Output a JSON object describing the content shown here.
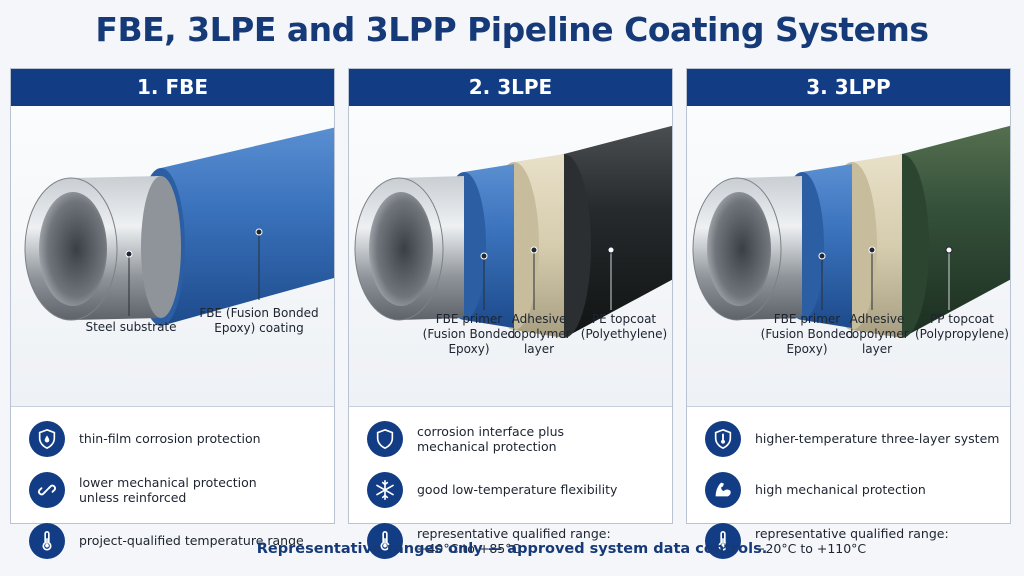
{
  "title": "FBE, 3LPE and 3LPP Pipeline Coating Systems",
  "colors": {
    "header": "#123d85",
    "steel": "#9aa0a6",
    "fbe_blue": "#2f67b2",
    "adhesive": "#d8ceb2",
    "pe_black": "#1f2224",
    "pp_green": "#2f4a33"
  },
  "panels": [
    {
      "header": "1. FBE",
      "labels": [
        "Steel substrate",
        "FBE (Fusion Bonded\nEpoxy) coating"
      ],
      "features": [
        {
          "icon": "shield-drop-icon",
          "text": "thin-film corrosion protection"
        },
        {
          "icon": "broken-link-icon",
          "text": "lower mechanical protection\nunless reinforced"
        },
        {
          "icon": "thermometer-icon",
          "text": "project-qualified temperature range"
        }
      ]
    },
    {
      "header": "2. 3LPE",
      "labels": [
        "FBE primer\n(Fusion Bonded\nEpoxy)",
        "Adhesive\ncopolymer\nlayer",
        "PE topcoat\n(Polyethylene)"
      ],
      "features": [
        {
          "icon": "shield-icon",
          "text": "corrosion interface plus\nmechanical protection"
        },
        {
          "icon": "snowflake-icon",
          "text": "good low-temperature flexibility"
        },
        {
          "icon": "thermometer-icon",
          "text": "representative qualified range:\n−40°C to +85°C"
        }
      ]
    },
    {
      "header": "3. 3LPP",
      "labels": [
        "FBE primer\n(Fusion Bonded\nEpoxy)",
        "Adhesive\ncopolymer\nlayer",
        "PP topcoat\n(Polypropylene)"
      ],
      "features": [
        {
          "icon": "shield-thermometer-icon",
          "text": "higher-temperature three-layer system"
        },
        {
          "icon": "flexed-arm-icon",
          "text": "high mechanical protection"
        },
        {
          "icon": "thermometer-icon",
          "text": "representative qualified range:\n−20°C to +110°C"
        }
      ]
    }
  ],
  "footer": "Representative ranges only — approved system data controls."
}
